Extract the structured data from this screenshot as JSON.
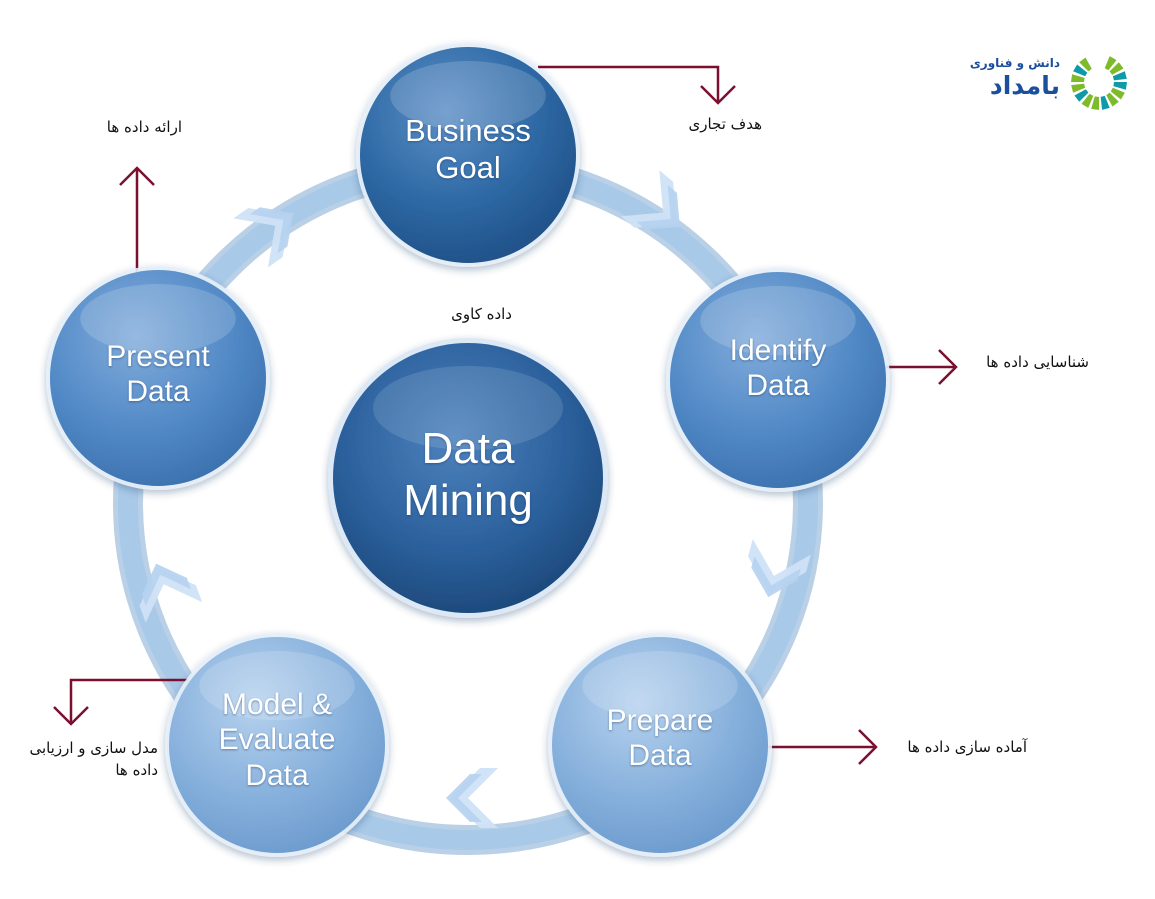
{
  "diagram": {
    "center": {
      "label": "Data\nMining",
      "caption_fa": "داده کاوی"
    },
    "nodes": [
      {
        "id": "business-goal",
        "label": "Business\nGoal",
        "label_fa": "هدف تجاری"
      },
      {
        "id": "identify-data",
        "label": "Identify\nData",
        "label_fa": "شناسایی داده ها"
      },
      {
        "id": "prepare-data",
        "label": "Prepare\nData",
        "label_fa": "آماده سازی داده ها"
      },
      {
        "id": "model-evaluate-data",
        "label": "Model &\nEvaluate\nData",
        "label_fa": "مدل سازی و ارزیابی\nداده ها"
      },
      {
        "id": "present-data",
        "label": "Present\nData",
        "label_fa": "ارائه داده ها"
      }
    ]
  },
  "logo": {
    "top_text": "دانش و فناوری",
    "main_text": "بامداد",
    "colors": {
      "blue": "#1b4f9c",
      "green": "#7dbb2a",
      "teal": "#0f9aa8"
    }
  },
  "colors": {
    "ring": "#a9c9e8",
    "ring_edge": "#7fa9d3",
    "node_dark": "#2f6aa6",
    "node_light": "#9ec0e4",
    "connector": "#7a1030"
  }
}
